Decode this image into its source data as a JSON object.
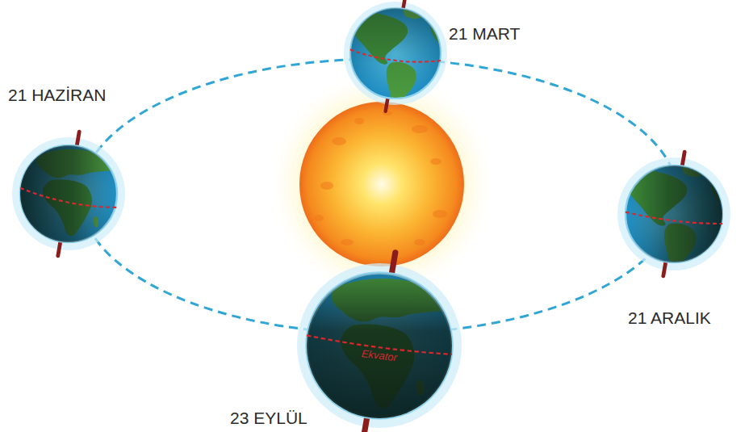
{
  "diagram": {
    "labels": [
      "21 MART",
      "21 HAZİRAN",
      "21 ARALIK",
      "23 EYLÜL",
      "Ekvator"
    ]
  }
}
